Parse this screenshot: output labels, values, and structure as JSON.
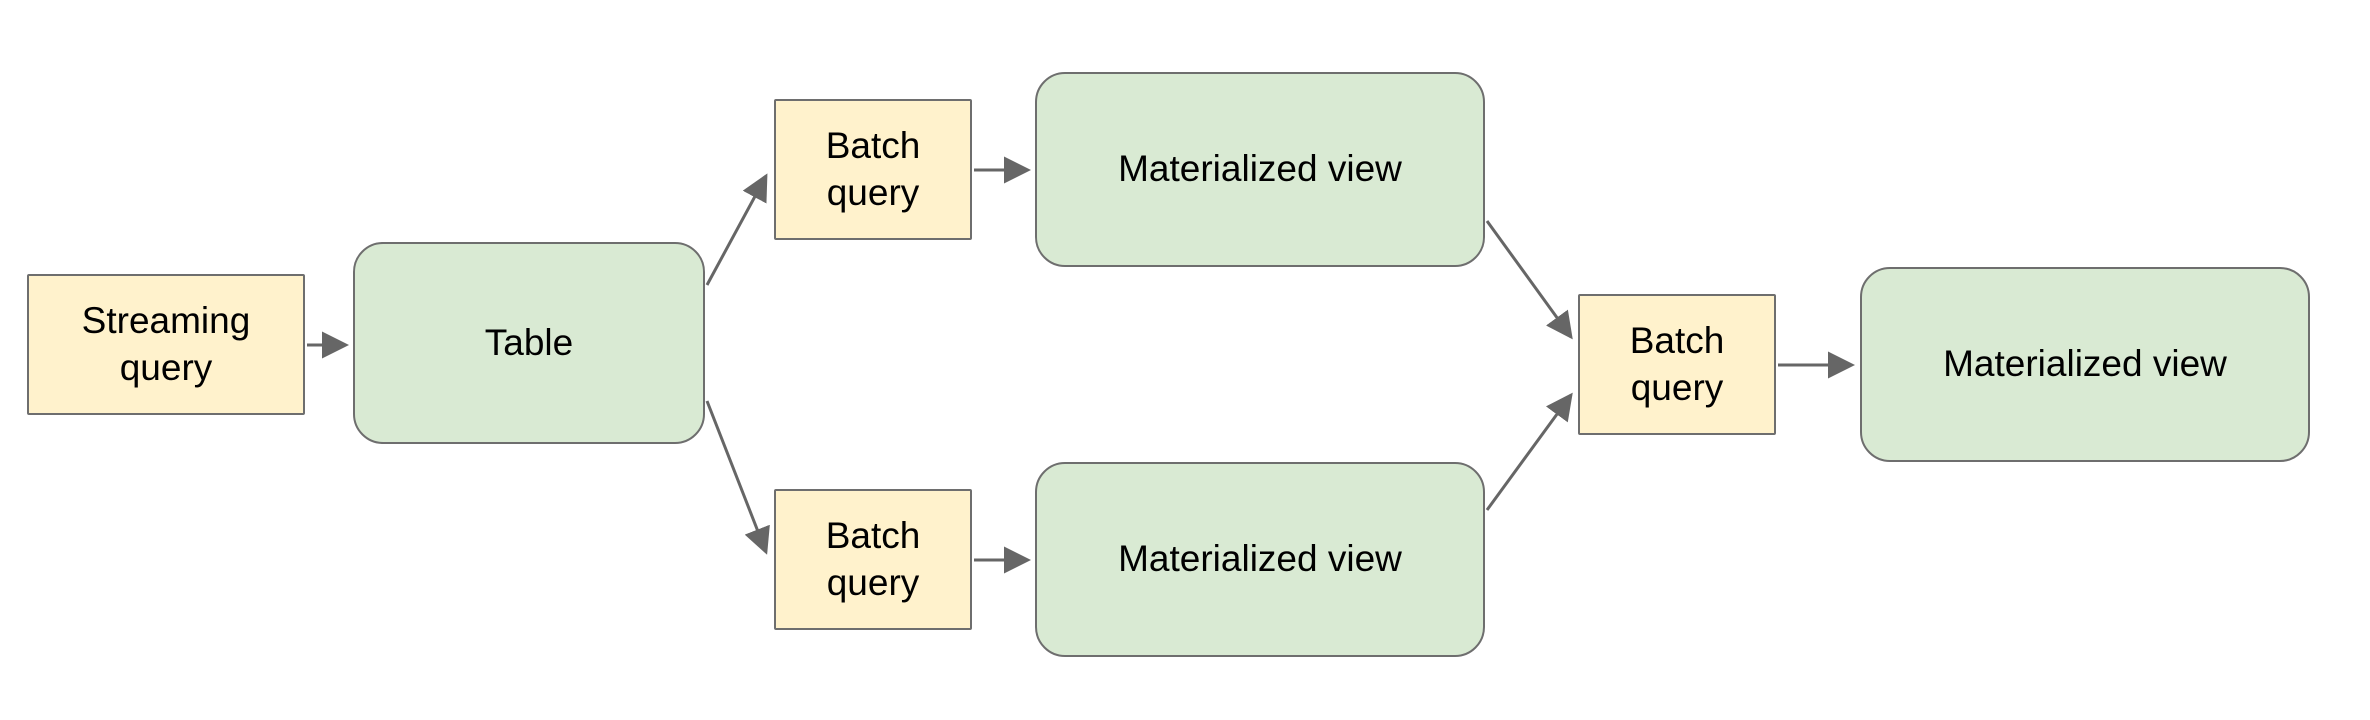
{
  "diagram": {
    "type": "flow-diagram",
    "nodes": {
      "streaming_query": {
        "label": "Streaming query",
        "kind": "query",
        "shape": "rectangle",
        "fill": "#fff2cc"
      },
      "table": {
        "label": "Table",
        "kind": "store",
        "shape": "rounded-rectangle",
        "fill": "#d9ead3"
      },
      "batch_query_top": {
        "label": "Batch query",
        "kind": "query",
        "shape": "rectangle",
        "fill": "#fff2cc"
      },
      "mat_view_top": {
        "label": "Materialized view",
        "kind": "store",
        "shape": "rounded-rectangle",
        "fill": "#d9ead3"
      },
      "batch_query_bottom": {
        "label": "Batch query",
        "kind": "query",
        "shape": "rectangle",
        "fill": "#fff2cc"
      },
      "mat_view_bottom": {
        "label": "Materialized view",
        "kind": "store",
        "shape": "rounded-rectangle",
        "fill": "#d9ead3"
      },
      "batch_query_right": {
        "label": "Batch query",
        "kind": "query",
        "shape": "rectangle",
        "fill": "#fff2cc"
      },
      "mat_view_right": {
        "label": "Materialized view",
        "kind": "store",
        "shape": "rounded-rectangle",
        "fill": "#d9ead3"
      }
    },
    "edges": [
      {
        "from": "streaming_query",
        "to": "table"
      },
      {
        "from": "table",
        "to": "batch_query_top"
      },
      {
        "from": "table",
        "to": "batch_query_bottom"
      },
      {
        "from": "batch_query_top",
        "to": "mat_view_top"
      },
      {
        "from": "batch_query_bottom",
        "to": "mat_view_bottom"
      },
      {
        "from": "mat_view_top",
        "to": "batch_query_right"
      },
      {
        "from": "mat_view_bottom",
        "to": "batch_query_right"
      },
      {
        "from": "batch_query_right",
        "to": "mat_view_right"
      }
    ],
    "colors": {
      "query_fill": "#fff2cc",
      "store_fill": "#d9ead3",
      "border": "#6e6e6e",
      "edge": "#666666",
      "text": "#000000",
      "background": "#ffffff"
    }
  }
}
